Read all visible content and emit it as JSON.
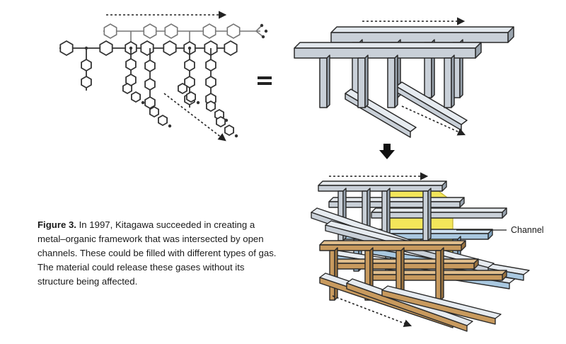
{
  "figure": {
    "caption_label": "Figure 3.",
    "caption_text": "In 1997, Kitagawa succeeded in creating a metal–organic framework that was intersected by open channels. These could be filled with different types of gas. The material could release these gases without its structure being affected.",
    "equals_sign": "=",
    "channel_label": "Channel"
  },
  "colors": {
    "grey_framework": "#c9d0d8",
    "blue_framework": "#a9c8e0",
    "brown_framework": "#c89a5e",
    "channel_yellow": "#f3e65a",
    "outline": "#2a2a2a"
  }
}
